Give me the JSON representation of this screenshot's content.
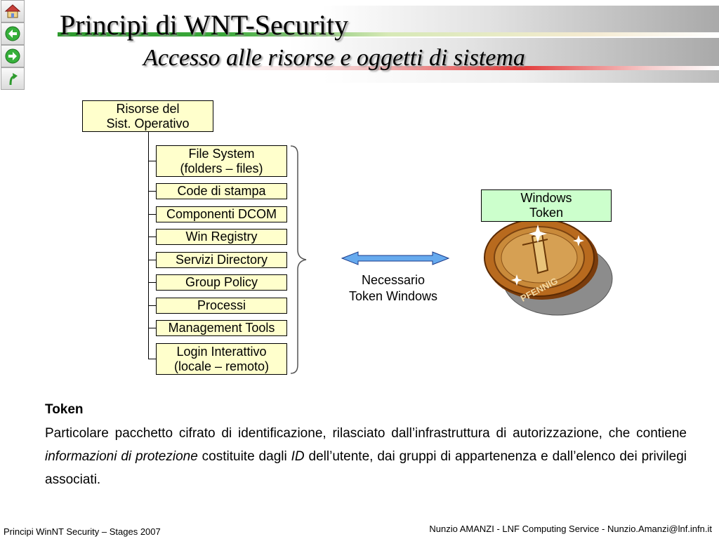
{
  "nav": {
    "icons": [
      "home-icon",
      "back-arrow-icon",
      "forward-arrow-icon",
      "return-arrow-icon"
    ]
  },
  "header": {
    "title": "Principi di WNT-Security",
    "subtitle": "Accesso alle risorse e oggetti di sistema"
  },
  "diagram": {
    "root": {
      "line1": "Risorse del",
      "line2": "Sist. Operativo"
    },
    "items": [
      {
        "line1": "File System",
        "line2": "(folders – files)"
      },
      {
        "line1": "Code di stampa",
        "line2": ""
      },
      {
        "line1": "Componenti DCOM",
        "line2": ""
      },
      {
        "line1": "Win Registry",
        "line2": ""
      },
      {
        "line1": "Servizi Directory",
        "line2": ""
      },
      {
        "line1": "Group Policy",
        "line2": ""
      },
      {
        "line1": "Processi",
        "line2": ""
      },
      {
        "line1": "Management Tools",
        "line2": ""
      },
      {
        "line1": "Login Interattivo",
        "line2": "(locale – remoto)"
      }
    ],
    "arrow_caption": {
      "line1": "Necessario",
      "line2": "Token Windows"
    },
    "token_box": {
      "line1": "Windows",
      "line2": "Token"
    },
    "coin_label": "PFENNIG",
    "colors": {
      "item_fill": "#ffffcc",
      "token_fill": "#ccffcc",
      "arrow_fill": "#66aaee",
      "coin": "#b86a1e"
    }
  },
  "body": {
    "heading": "Token",
    "p1": "Particolare pacchetto cifrato di identificazione, rilasciato dall’infrastruttura di autorizzazione, che contiene ",
    "em1": "informazioni di protezione",
    "p2": " costituite dagli ",
    "em2": "ID",
    "p3": " dell’utente, dai gruppi di appartenenza e dall’elenco dei privilegi associati."
  },
  "footer": {
    "left": "Principi WinNT Security – Stages 2007",
    "right": "Nunzio AMANZI - LNF Computing Service - Nunzio.Amanzi@lnf.infn.it"
  }
}
